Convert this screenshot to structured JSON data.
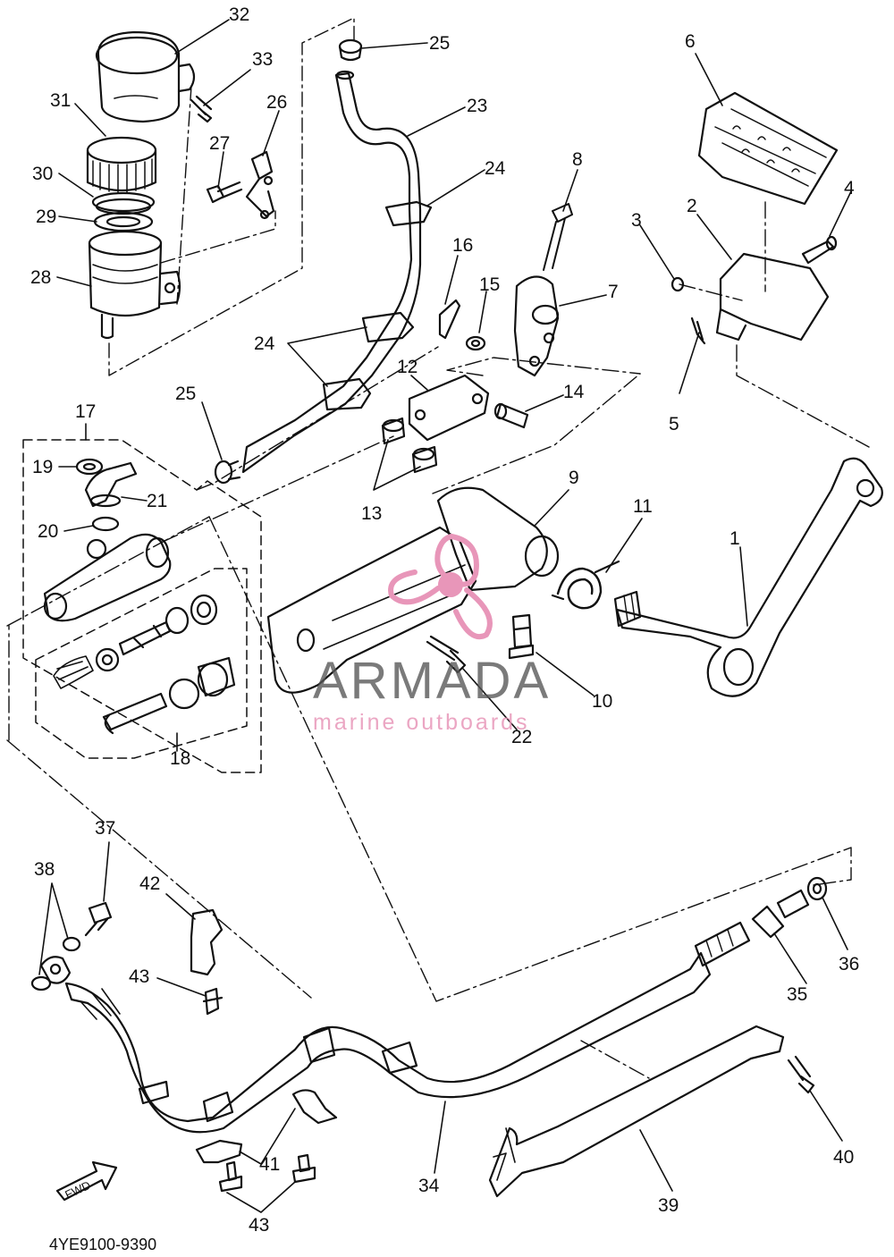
{
  "diagram": {
    "code": "4YE9100-9390",
    "fwd_label": "FWD"
  },
  "watermark": {
    "brand": "ARMADA",
    "tagline": "marine outboards"
  },
  "callouts": [
    {
      "id": "c1",
      "label": "1"
    },
    {
      "id": "c2",
      "label": "2"
    },
    {
      "id": "c3",
      "label": "3"
    },
    {
      "id": "c4",
      "label": "4"
    },
    {
      "id": "c5",
      "label": "5"
    },
    {
      "id": "c6",
      "label": "6"
    },
    {
      "id": "c7",
      "label": "7"
    },
    {
      "id": "c8",
      "label": "8"
    },
    {
      "id": "c9",
      "label": "9"
    },
    {
      "id": "c10",
      "label": "10"
    },
    {
      "id": "c11",
      "label": "11"
    },
    {
      "id": "c12",
      "label": "12"
    },
    {
      "id": "c13",
      "label": "13"
    },
    {
      "id": "c14",
      "label": "14"
    },
    {
      "id": "c15",
      "label": "15"
    },
    {
      "id": "c16",
      "label": "16"
    },
    {
      "id": "c17",
      "label": "17"
    },
    {
      "id": "c18",
      "label": "18"
    },
    {
      "id": "c19",
      "label": "19"
    },
    {
      "id": "c20",
      "label": "20"
    },
    {
      "id": "c21",
      "label": "21"
    },
    {
      "id": "c22",
      "label": "22"
    },
    {
      "id": "c23",
      "label": "23"
    },
    {
      "id": "c24a",
      "label": "24"
    },
    {
      "id": "c24b",
      "label": "24"
    },
    {
      "id": "c25a",
      "label": "25"
    },
    {
      "id": "c25b",
      "label": "25"
    },
    {
      "id": "c26",
      "label": "26"
    },
    {
      "id": "c27",
      "label": "27"
    },
    {
      "id": "c28",
      "label": "28"
    },
    {
      "id": "c29",
      "label": "29"
    },
    {
      "id": "c30",
      "label": "30"
    },
    {
      "id": "c31",
      "label": "31"
    },
    {
      "id": "c32",
      "label": "32"
    },
    {
      "id": "c33",
      "label": "33"
    },
    {
      "id": "c34",
      "label": "34"
    },
    {
      "id": "c35",
      "label": "35"
    },
    {
      "id": "c36",
      "label": "36"
    },
    {
      "id": "c37",
      "label": "37"
    },
    {
      "id": "c38",
      "label": "38"
    },
    {
      "id": "c39",
      "label": "39"
    },
    {
      "id": "c40",
      "label": "40"
    },
    {
      "id": "c41",
      "label": "41"
    },
    {
      "id": "c42",
      "label": "42"
    },
    {
      "id": "c43a",
      "label": "43"
    },
    {
      "id": "c43b",
      "label": "43"
    }
  ],
  "colors": {
    "line": "#111111",
    "watermark_pink": "#e896b9",
    "watermark_gray": "#555555"
  }
}
